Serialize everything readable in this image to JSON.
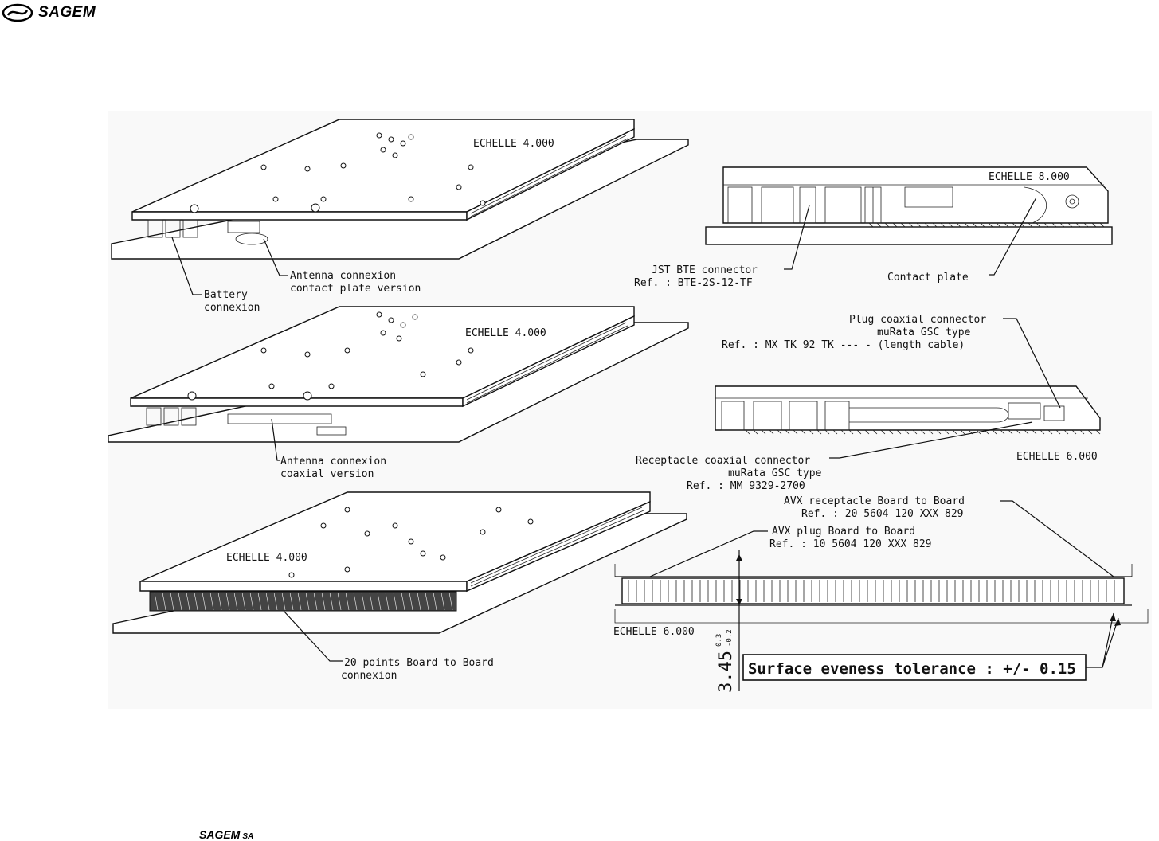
{
  "header": {
    "brand": "SAGEM"
  },
  "footer": {
    "brand": "SAGEM",
    "suffix": "SA"
  },
  "view1": {
    "scale": "ECHELLE 4.000",
    "battery": [
      "Battery",
      "connexion"
    ],
    "antenna": [
      "Antenna connexion",
      "contact plate version"
    ]
  },
  "view2": {
    "scale": "ECHELLE 8.000",
    "jst": [
      "JST BTE connector",
      "Ref. : BTE-2S-12-TF"
    ],
    "contact": "Contact plate"
  },
  "view3": {
    "scale": "ECHELLE 4.000",
    "antenna": [
      "Antenna connexion",
      "coaxial version"
    ]
  },
  "view4": {
    "plug": [
      "Plug coaxial connector",
      "muRata GSC type",
      "Ref. : MX TK 92 TK --- - (length cable)"
    ],
    "scale": "ECHELLE 6.000",
    "receptacle": [
      "Receptacle coaxial connector",
      "muRata GSC type",
      "Ref. : MM 9329-2700"
    ]
  },
  "view5": {
    "scale": "ECHELLE 4.000",
    "b2b": [
      "20 points Board to Board",
      "connexion"
    ]
  },
  "view6": {
    "avx_receptacle": [
      "AVX receptacle Board to Board",
      "Ref. : 20 5604 120 XXX 829"
    ],
    "avx_plug": [
      "AVX plug Board to Board",
      "Ref. : 10 5604 120 XXX 829"
    ],
    "scale": "ECHELLE 6.000",
    "dimension": "3.45",
    "dim_upper": "0.3",
    "dim_lower": "-0.2",
    "tolerance": "Surface eveness tolerance : +/- 0.15"
  }
}
